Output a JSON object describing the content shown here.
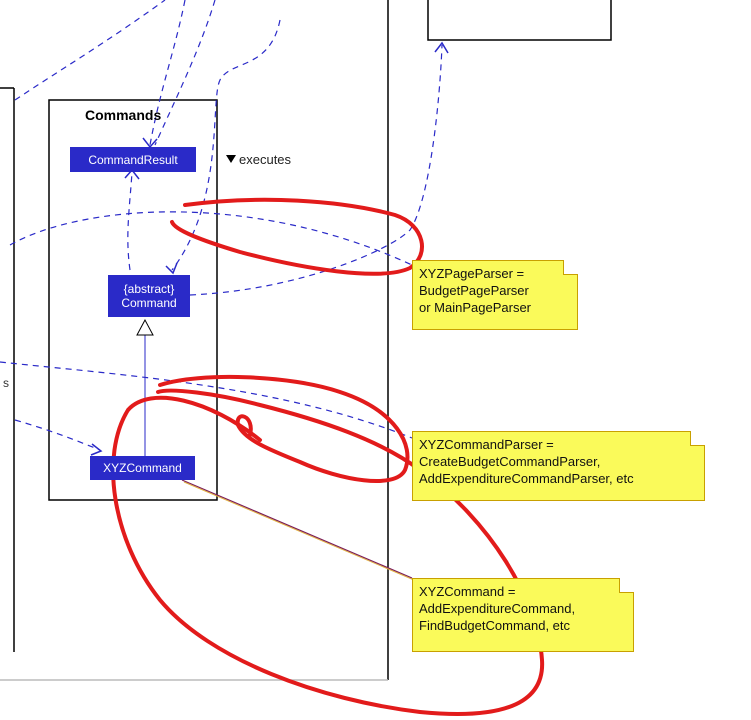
{
  "package": {
    "title": "Commands"
  },
  "classes": {
    "command_result": "CommandResult",
    "abstract_command_line1": "{abstract}",
    "abstract_command_line2": "Command",
    "xyz_command": "XYZCommand"
  },
  "relation_label": "executes",
  "notes": [
    {
      "lines": [
        "XYZPageParser =",
        "BudgetPageParser",
        "or MainPageParser"
      ]
    },
    {
      "lines": [
        "XYZCommandParser =",
        "CreateBudgetCommandParser,",
        "AddExpenditureCommandParser, etc"
      ]
    },
    {
      "lines": [
        "XYZCommand =",
        "AddExpenditureCommand,",
        "FindBudgetCommand, etc"
      ]
    }
  ],
  "stray_text": "s",
  "colors": {
    "class_fill": "#2a2ac8",
    "note_fill": "#fafa5a",
    "dashed_line": "#2a2ac8",
    "annotation": "#e21b1b"
  }
}
